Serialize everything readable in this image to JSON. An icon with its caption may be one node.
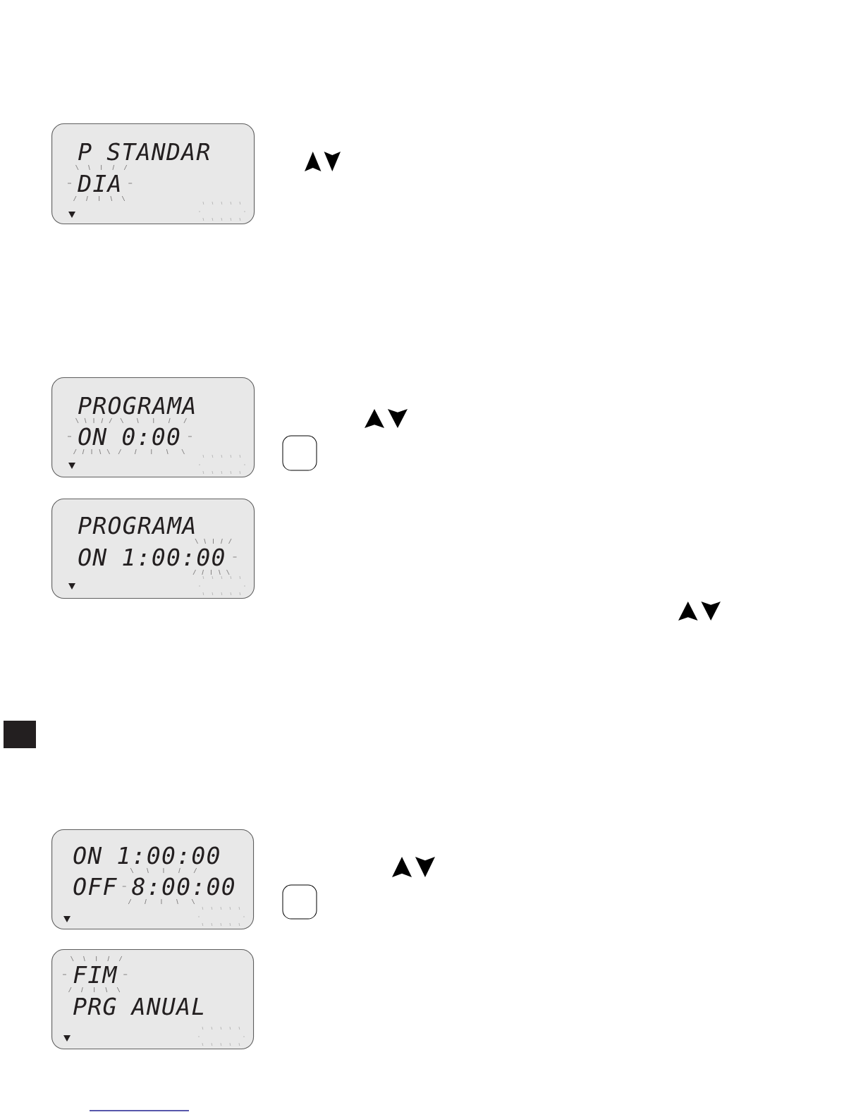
{
  "diagram": {
    "nodes": [
      {
        "text": [
          "P STANDAR",
          "DIA"
        ]
      },
      {
        "text": [
          "PROGRAMA",
          "ON 0:00"
        ]
      },
      {
        "text": [
          "PROGRAMA",
          "ON 1:00:00"
        ]
      },
      {
        "text": [
          "ON 1:00:00",
          "OFF 8:00:00"
        ]
      },
      {
        "text": [
          "FIM",
          "PRG ANUAL"
        ]
      }
    ]
  }
}
